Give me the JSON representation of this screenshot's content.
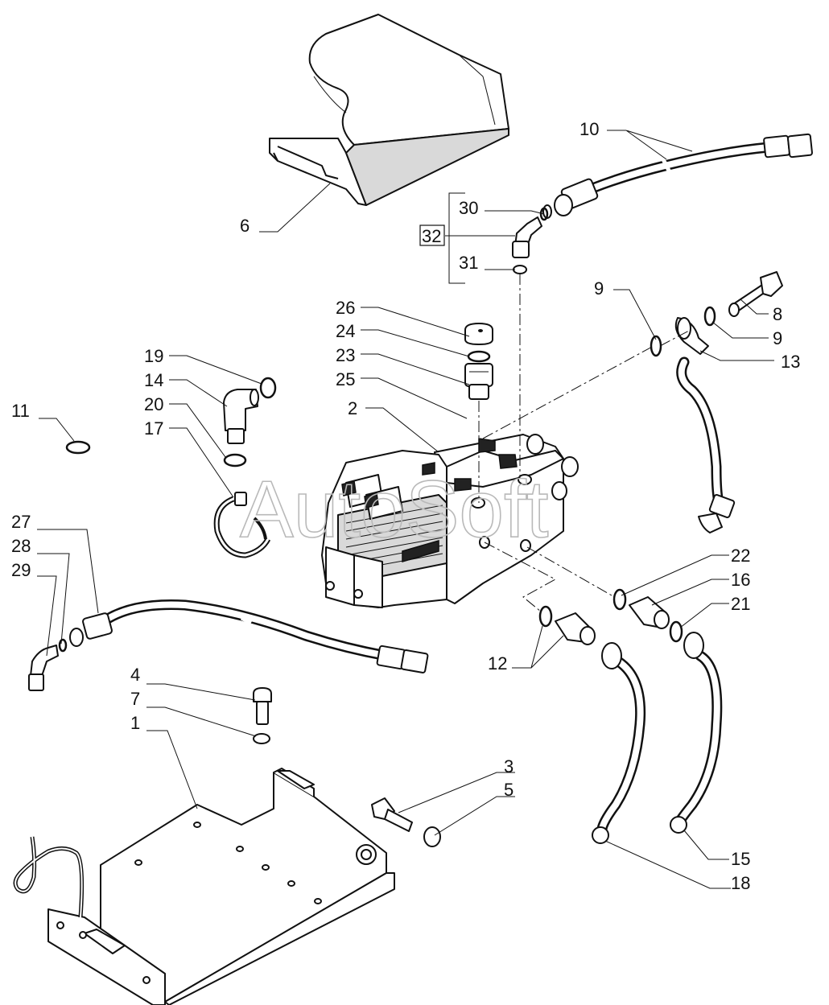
{
  "watermark": "AutoSoft",
  "callouts": {
    "c1": "1",
    "c2": "2",
    "c3": "3",
    "c4": "4",
    "c5": "5",
    "c6": "6",
    "c7": "7",
    "c8": "8",
    "c9a": "9",
    "c9b": "9",
    "c10": "10",
    "c11": "11",
    "c12": "12",
    "c13": "13",
    "c14": "14",
    "c15": "15",
    "c16": "16",
    "c17": "17",
    "c18": "18",
    "c19": "19",
    "c20": "20",
    "c21": "21",
    "c22": "22",
    "c23": "23",
    "c24": "24",
    "c25": "25",
    "c26": "26",
    "c27": "27",
    "c28": "28",
    "c29": "29",
    "c30": "30",
    "c31": "31",
    "c32": "32"
  }
}
